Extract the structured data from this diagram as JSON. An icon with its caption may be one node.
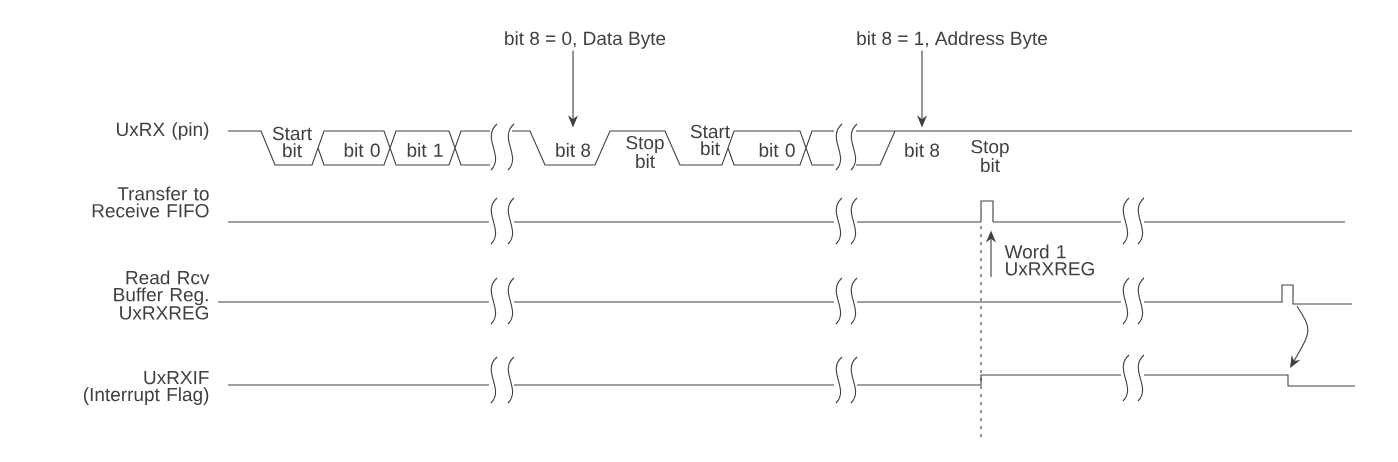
{
  "diagram": {
    "nodes": [
      {
        "text": [
          "bit 8 = 0, Data Byte"
        ]
      },
      {
        "text": [
          "bit 8 = 1, Address Byte"
        ]
      },
      {
        "text": [
          "bit 8"
        ]
      },
      {
        "text": [
          "bit 8"
        ]
      },
      {
        "text": [
          "Word 1 UxRXREG"
        ]
      },
      {
        "text": [],
        "shape": "bar"
      }
    ],
    "edges": [
      {
        "from": 0,
        "to": 2,
        "arrow": "to"
      },
      {
        "from": 1,
        "to": 3,
        "arrow": "to"
      },
      {
        "from": 4,
        "to": 5,
        "arrow": "to"
      }
    ],
    "labels": [
      "UxRX (pin)",
      "Start bit",
      "bit 0",
      "bit 1",
      "Stop bit",
      "Start bit",
      "bit 0",
      "Stop bit",
      "Transfer to Receive FIFO",
      "Read Rcv Buffer Reg. UxRXREG",
      "UxRXIF (Interrupt Flag)"
    ]
  }
}
